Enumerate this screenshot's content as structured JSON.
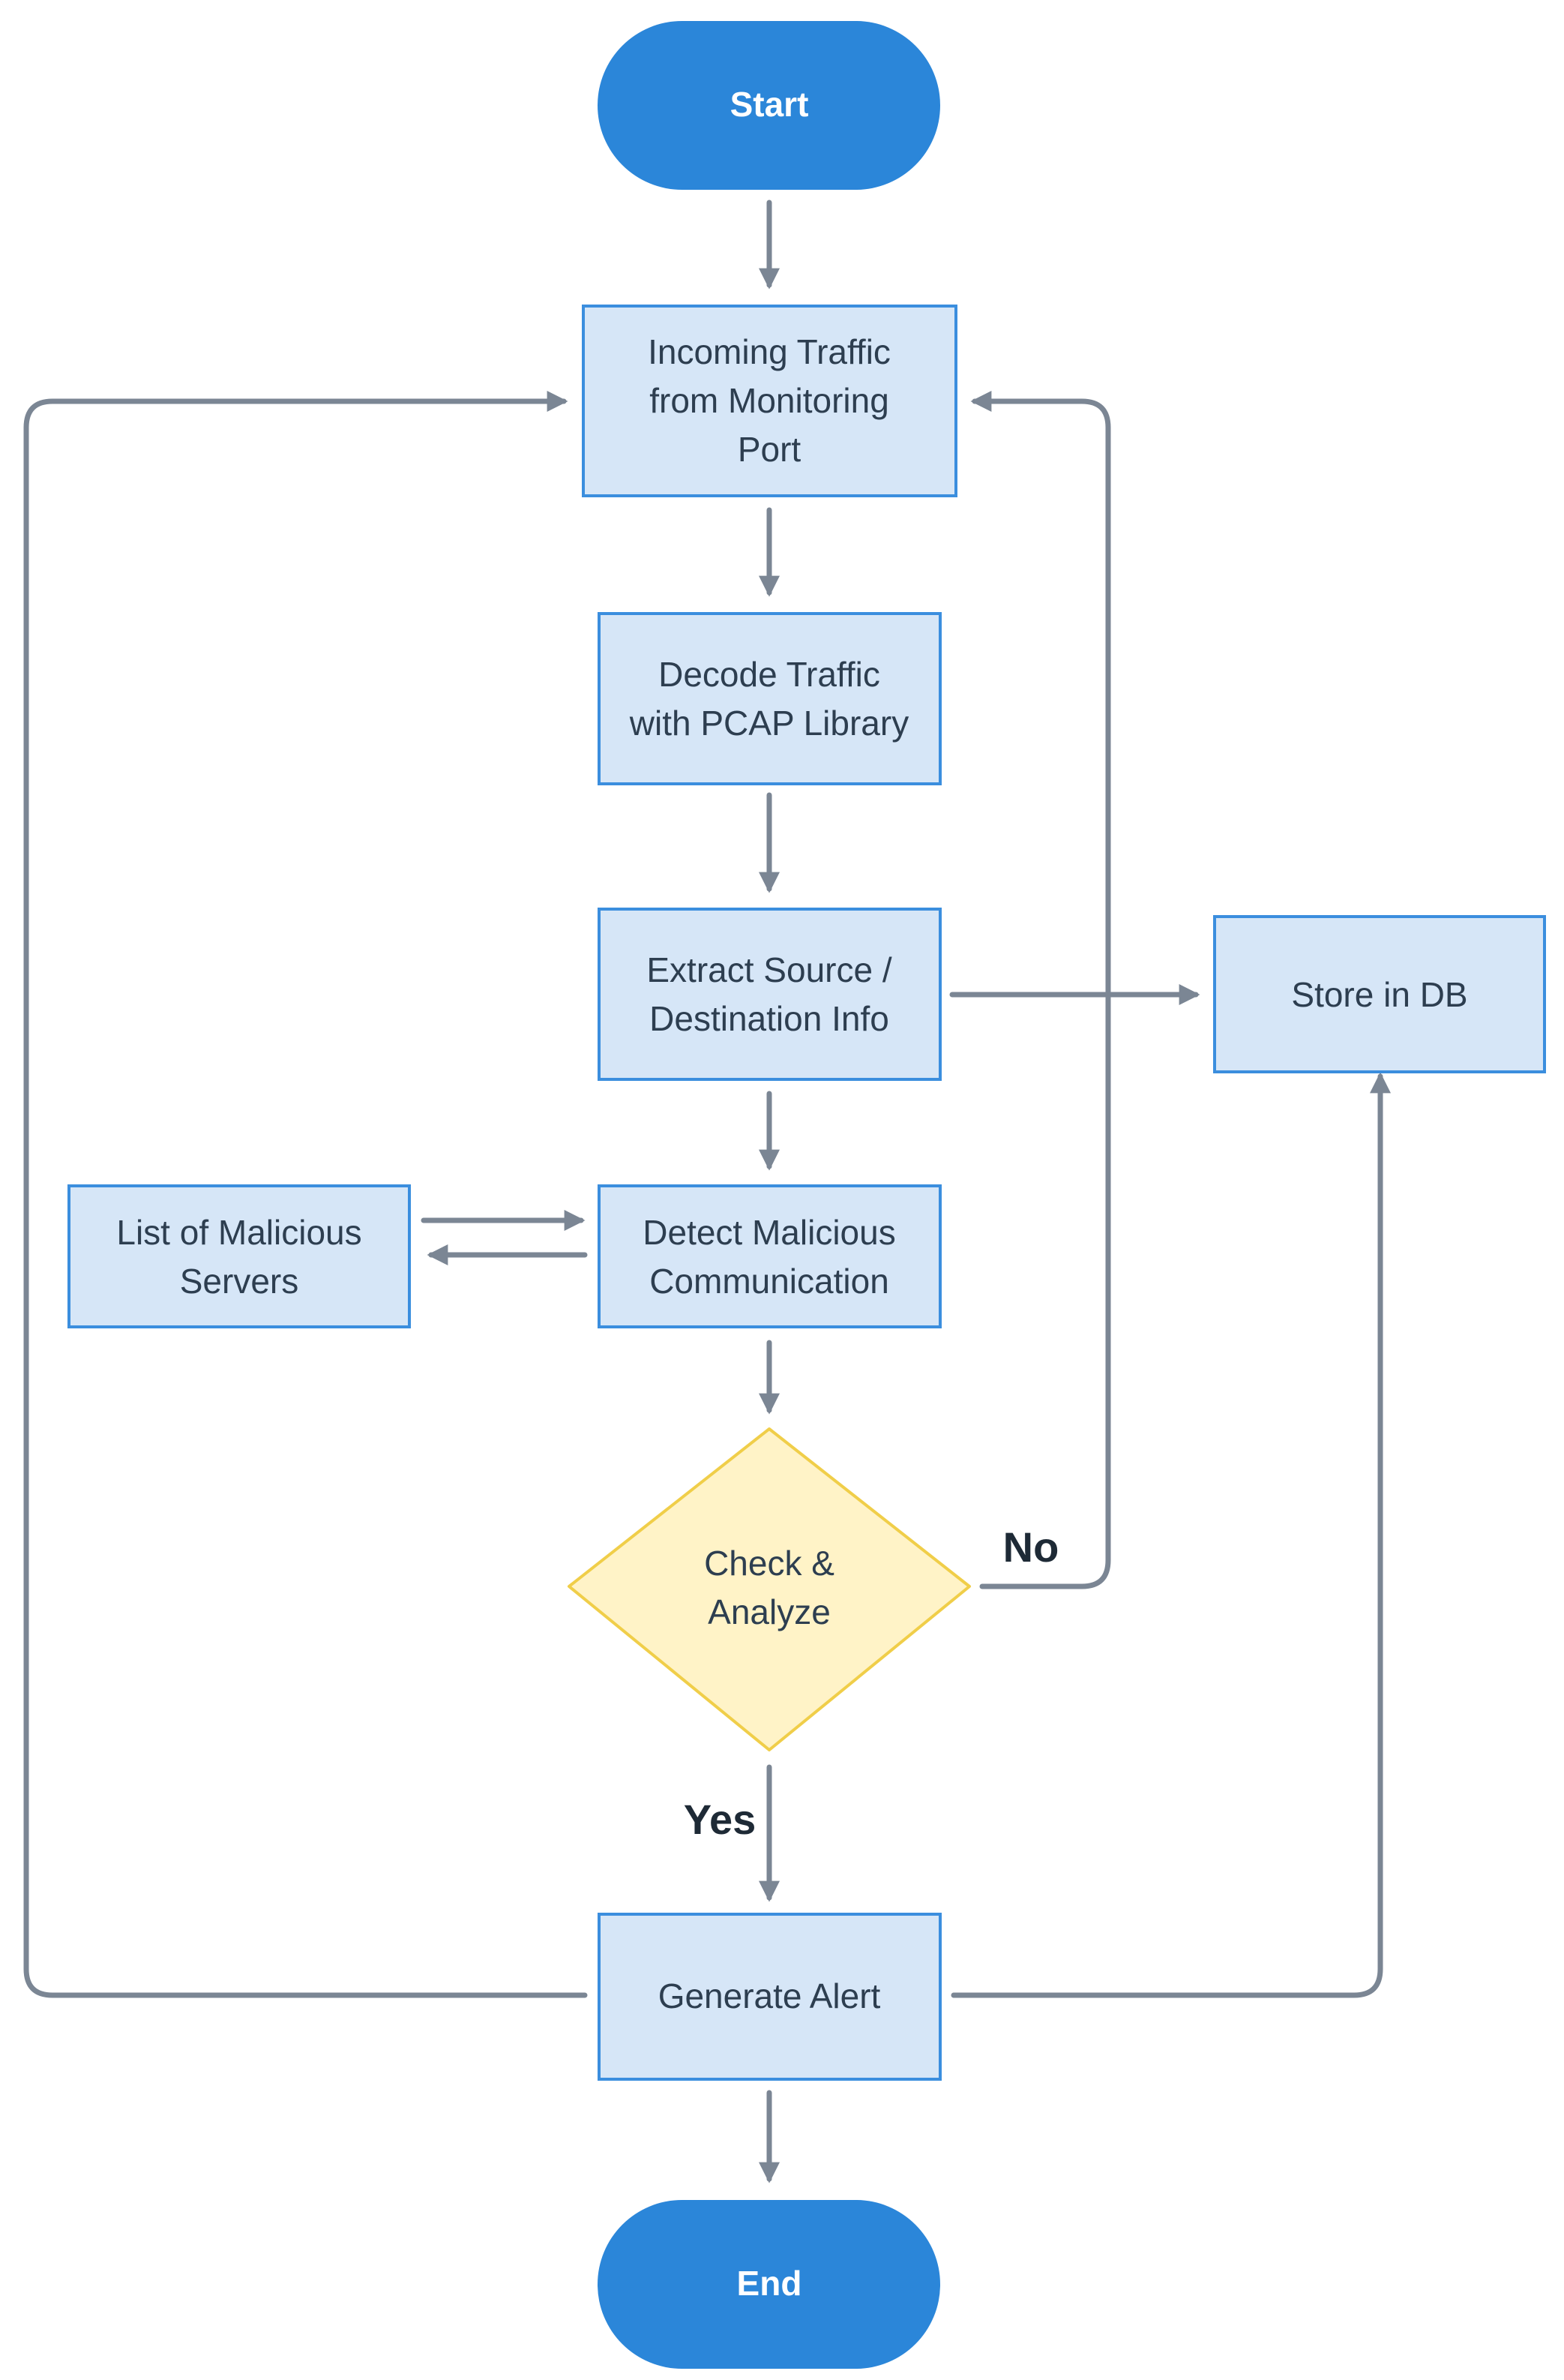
{
  "colors": {
    "terminal_fill": "#2b86d9",
    "process_fill": "#d6e6f7",
    "process_border": "#3b8ede",
    "decision_fill": "#fff3c7",
    "decision_border": "#f0ce49",
    "edge": "#7b8694",
    "text": "#2d3e50"
  },
  "nodes": {
    "start": {
      "label": "Start"
    },
    "incoming": {
      "lines": [
        "Incoming Traffic",
        "from Monitoring",
        "Port"
      ]
    },
    "decode": {
      "lines": [
        "Decode Traffic",
        "with PCAP Library"
      ]
    },
    "extract": {
      "lines": [
        "Extract Source /",
        "Destination Info"
      ]
    },
    "store": {
      "label": "Store in DB"
    },
    "malicious_list": {
      "lines": [
        "List of Malicious",
        "Servers"
      ]
    },
    "detect": {
      "lines": [
        "Detect Malicious",
        "Communication"
      ]
    },
    "check": {
      "lines": [
        "Check &",
        "Analyze"
      ]
    },
    "alert": {
      "label": "Generate Alert"
    },
    "end": {
      "label": "End"
    }
  },
  "edge_labels": {
    "no": "No",
    "yes": "Yes"
  },
  "edges": [
    {
      "from": "start",
      "to": "incoming"
    },
    {
      "from": "incoming",
      "to": "decode"
    },
    {
      "from": "decode",
      "to": "extract"
    },
    {
      "from": "extract",
      "to": "store"
    },
    {
      "from": "extract",
      "to": "detect"
    },
    {
      "from": "malicious_list",
      "to": "detect"
    },
    {
      "from": "detect",
      "to": "malicious_list"
    },
    {
      "from": "detect",
      "to": "check"
    },
    {
      "from": "check",
      "to": "incoming",
      "label": "No"
    },
    {
      "from": "check",
      "to": "alert",
      "label": "Yes"
    },
    {
      "from": "alert",
      "to": "incoming"
    },
    {
      "from": "alert",
      "to": "store"
    },
    {
      "from": "alert",
      "to": "end"
    }
  ]
}
